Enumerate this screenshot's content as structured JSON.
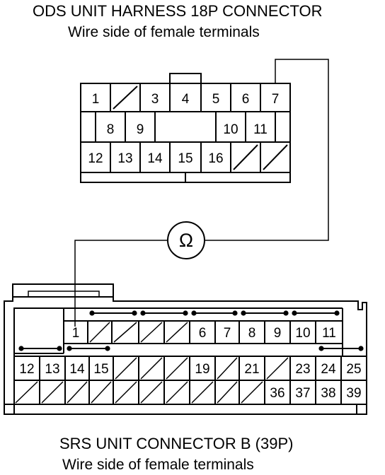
{
  "top_connector": {
    "title": "ODS UNIT HARNESS 18P CONNECTOR",
    "subtitle": "Wire side of female terminals",
    "pins": [
      "1",
      "3",
      "4",
      "5",
      "6",
      "7",
      "8",
      "9",
      "10",
      "11",
      "12",
      "13",
      "14",
      "15",
      "16"
    ]
  },
  "meter": {
    "symbol": "Ω"
  },
  "bottom_connector": {
    "title": "SRS UNIT CONNECTOR B (39P)",
    "subtitle": "Wire side of female terminals",
    "pins": [
      "1",
      "6",
      "7",
      "8",
      "9",
      "10",
      "11",
      "12",
      "13",
      "14",
      "15",
      "19",
      "21",
      "23",
      "24",
      "25",
      "36",
      "37",
      "38",
      "39"
    ]
  }
}
